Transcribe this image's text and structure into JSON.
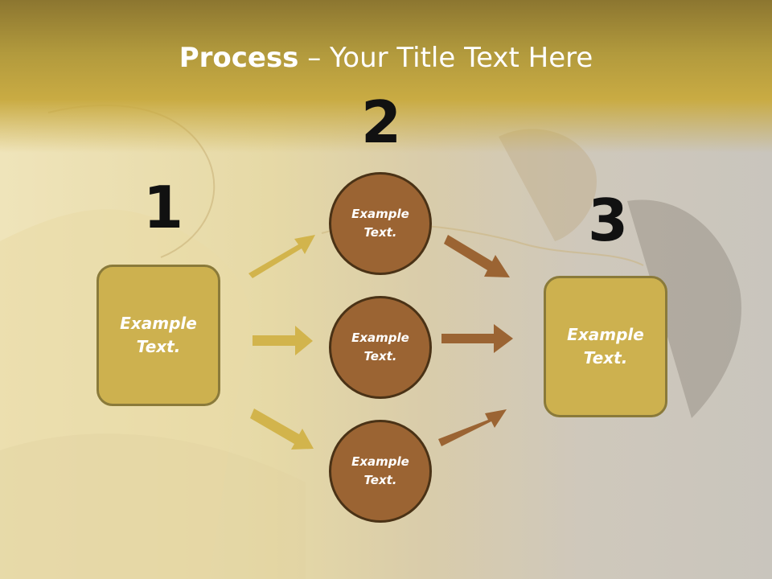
{
  "title": {
    "bold": "Process",
    "rest": " – Your Title Text Here"
  },
  "steps": [
    {
      "number": "1"
    },
    {
      "number": "2"
    },
    {
      "number": "3"
    }
  ],
  "left_box": {
    "text": "Example\nText."
  },
  "right_box": {
    "text": "Example\nText."
  },
  "circles": [
    {
      "text": "Example\nText."
    },
    {
      "text": "Example\nText."
    },
    {
      "text": "Example\nText."
    }
  ],
  "colors": {
    "title_band": "#c9ab43",
    "box_fill": "#cdb14f",
    "circle_fill": "#9b6433",
    "arrow_gold": "#d2b44c",
    "arrow_brown": "#9b6433"
  }
}
